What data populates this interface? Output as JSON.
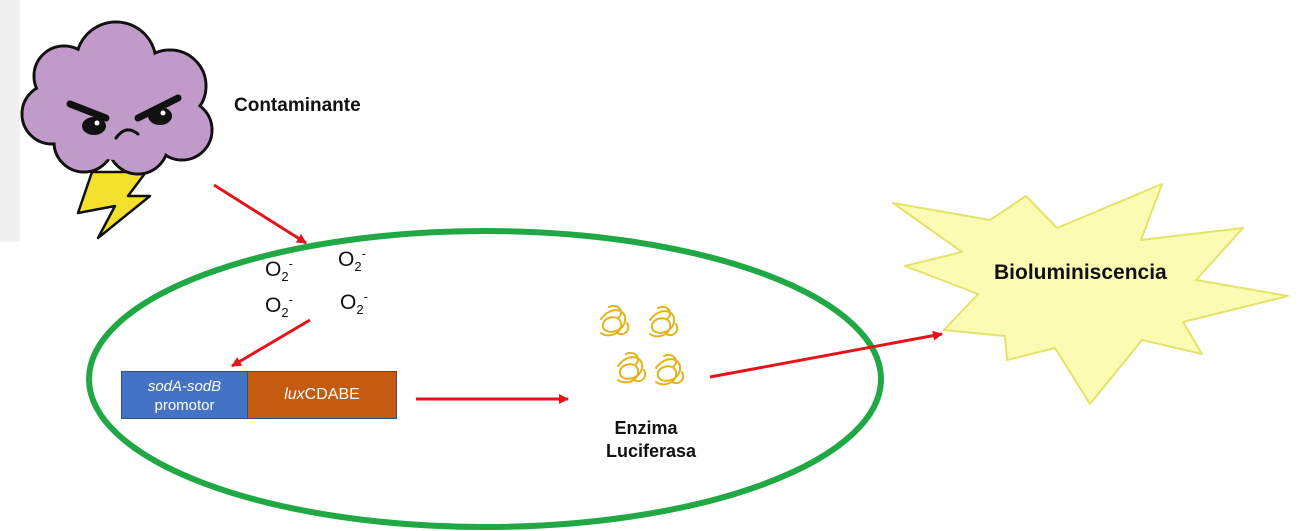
{
  "labels": {
    "pollutant": "Contaminante",
    "output": "Bioluminiscencia",
    "enzyme_line1": "Enzima",
    "enzyme_line2": "Luciferasa"
  },
  "superoxide": {
    "base": "O",
    "subscript": "2",
    "charge": "-"
  },
  "gene_construct": {
    "promoter_gene": "sodA-sodB",
    "promoter_word": "promotor",
    "reporter_italic": "lux",
    "reporter_rest": "CDABE"
  },
  "colors": {
    "cell_outline": "#1fa843",
    "arrow": "#e3151a",
    "promoter_box": "#4472c4",
    "reporter_box": "#c55a11",
    "cloud": "#c09bc9",
    "lightning": "#f3e12e",
    "burst_fill": "#fbfbb4",
    "burst_stroke": "#e3e36a",
    "enzyme_coil": "#e3b31c"
  },
  "icons": {
    "pollutant": "angry-cloud-icon",
    "lightning": "lightning-bolt-icon",
    "enzyme": "enzyme-coil-icon",
    "burst": "light-burst-icon"
  }
}
